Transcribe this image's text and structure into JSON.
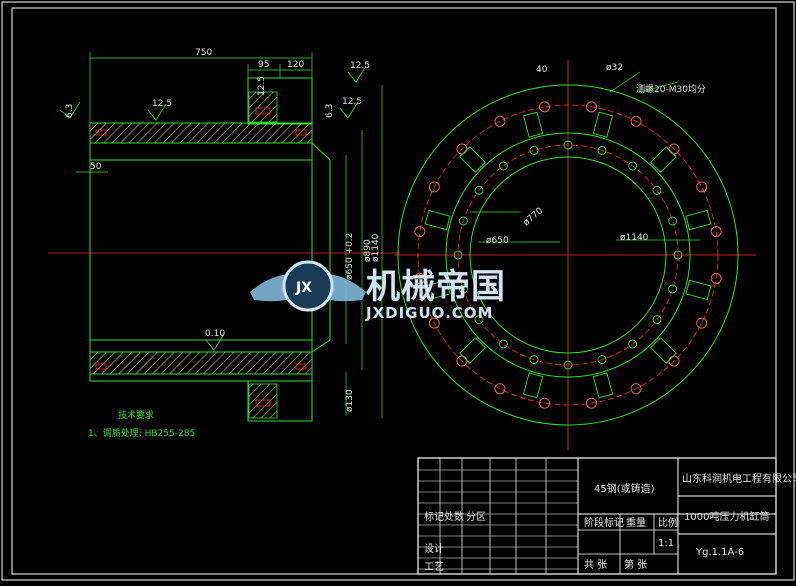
{
  "front_view": {
    "dims": {
      "length": "750",
      "flange_a": "95",
      "flange_b": "120",
      "left_step": "50",
      "d_bore": "ø650 +0.2",
      "d_body": "ø890",
      "d_outer": "ø1140",
      "d_base": "ø130",
      "rough_1": "12.5",
      "rough_2": "12.5",
      "rough_3": "12.5",
      "rough_4": "6.3",
      "rough_5": "6.3",
      "rough_6": "12.5",
      "tol": "0.10"
    }
  },
  "side_view": {
    "labels": {
      "angle": "40",
      "hole": "ø32",
      "thread": "测螺20-M30均分",
      "pcd_770": "ø770",
      "pcd_650": "ø650",
      "pcd_1140": "ø1140"
    }
  },
  "notes": {
    "title": "技术要求",
    "item1": "1、调质处理: HB255-285"
  },
  "watermark": {
    "cn": "机械帝国",
    "en": "JXDIGUO.COM",
    "badge": "JX"
  },
  "title_block": {
    "material": "45钢(或铸造)",
    "company": "山东科润机电工程有限公司",
    "part_name": "1000吨压力机缸筒",
    "drawing_no": "Yg.1.1A-6",
    "scale": "1:1",
    "col_labels": [
      "标记",
      "处数",
      "分区"
    ],
    "row_sign": "设计",
    "row_proc": "工艺",
    "stage_label": "阶段标记",
    "weight_label": "重量",
    "scale_label": "比例",
    "sheets_total": "共 张",
    "sheet_no": "第 张"
  }
}
